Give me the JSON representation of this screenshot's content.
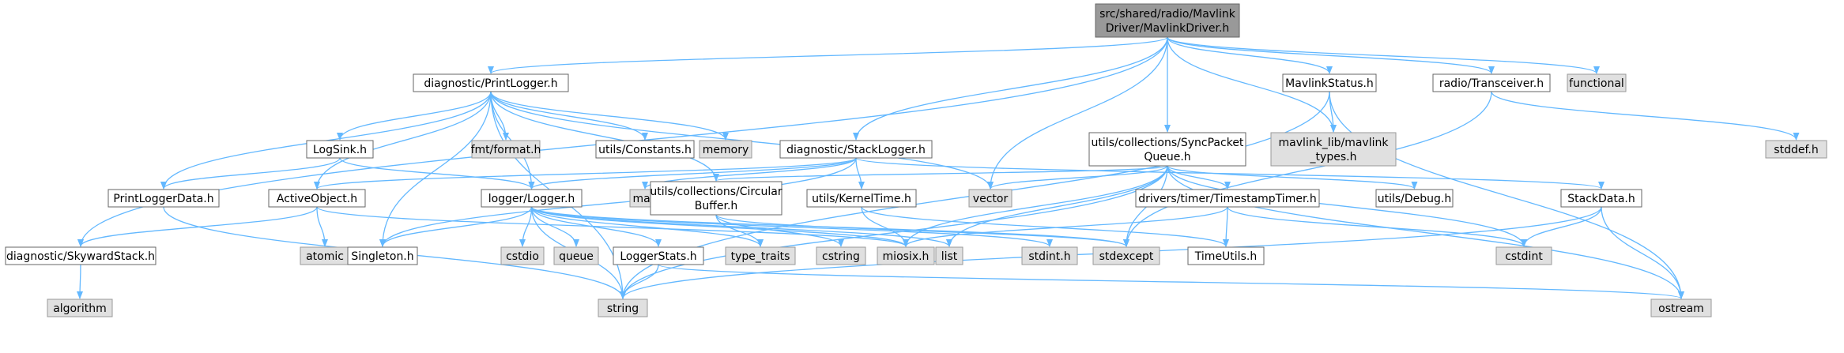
{
  "edge_color": "#63b8ff",
  "nodes": [
    {
      "id": "root",
      "lines": [
        "src/shared/radio/Mavlink",
        "Driver/MavlinkDriver.h"
      ],
      "kind": "root"
    },
    {
      "id": "printlogger",
      "lines": [
        "diagnostic/PrintLogger.h"
      ],
      "kind": "local"
    },
    {
      "id": "mavstatus",
      "lines": [
        "MavlinkStatus.h"
      ],
      "kind": "local"
    },
    {
      "id": "transceiver",
      "lines": [
        "radio/Transceiver.h"
      ],
      "kind": "local"
    },
    {
      "id": "functional",
      "lines": [
        "functional"
      ],
      "kind": "ext"
    },
    {
      "id": "logsink",
      "lines": [
        "LogSink.h"
      ],
      "kind": "local"
    },
    {
      "id": "fmt",
      "lines": [
        "fmt/format.h"
      ],
      "kind": "ext"
    },
    {
      "id": "constants",
      "lines": [
        "utils/Constants.h"
      ],
      "kind": "local"
    },
    {
      "id": "memory",
      "lines": [
        "memory"
      ],
      "kind": "ext"
    },
    {
      "id": "stacklogger",
      "lines": [
        "diagnostic/StackLogger.h"
      ],
      "kind": "local"
    },
    {
      "id": "syncqueue",
      "lines": [
        "utils/collections/SyncPacket",
        "Queue.h"
      ],
      "kind": "local"
    },
    {
      "id": "mavtypes",
      "lines": [
        "mavlink_lib/mavlink",
        "_types.h"
      ],
      "kind": "ext"
    },
    {
      "id": "stddef",
      "lines": [
        "stddef.h"
      ],
      "kind": "ext"
    },
    {
      "id": "printloggerdata",
      "lines": [
        "PrintLoggerData.h"
      ],
      "kind": "local"
    },
    {
      "id": "activeobject",
      "lines": [
        "ActiveObject.h"
      ],
      "kind": "local"
    },
    {
      "id": "logger",
      "lines": [
        "logger/Logger.h"
      ],
      "kind": "local"
    },
    {
      "id": "map",
      "lines": [
        "map"
      ],
      "kind": "ext"
    },
    {
      "id": "circbuf",
      "lines": [
        "utils/collections/Circular",
        "Buffer.h"
      ],
      "kind": "local"
    },
    {
      "id": "kerneltime",
      "lines": [
        "utils/KernelTime.h"
      ],
      "kind": "local"
    },
    {
      "id": "vector",
      "lines": [
        "vector"
      ],
      "kind": "ext"
    },
    {
      "id": "tstimer",
      "lines": [
        "drivers/timer/TimestampTimer.h"
      ],
      "kind": "local"
    },
    {
      "id": "debug",
      "lines": [
        "utils/Debug.h"
      ],
      "kind": "local"
    },
    {
      "id": "stackdata",
      "lines": [
        "StackData.h"
      ],
      "kind": "local"
    },
    {
      "id": "skyward",
      "lines": [
        "diagnostic/SkywardStack.h"
      ],
      "kind": "local"
    },
    {
      "id": "atomic",
      "lines": [
        "atomic"
      ],
      "kind": "ext"
    },
    {
      "id": "singleton",
      "lines": [
        "Singleton.h"
      ],
      "kind": "local"
    },
    {
      "id": "cstdio",
      "lines": [
        "cstdio"
      ],
      "kind": "ext"
    },
    {
      "id": "queue",
      "lines": [
        "queue"
      ],
      "kind": "ext"
    },
    {
      "id": "loggerstats",
      "lines": [
        "LoggerStats.h"
      ],
      "kind": "local"
    },
    {
      "id": "typetraits",
      "lines": [
        "type_traits"
      ],
      "kind": "ext"
    },
    {
      "id": "cstring",
      "lines": [
        "cstring"
      ],
      "kind": "ext"
    },
    {
      "id": "miosix",
      "lines": [
        "miosix.h"
      ],
      "kind": "ext"
    },
    {
      "id": "list",
      "lines": [
        "list"
      ],
      "kind": "ext"
    },
    {
      "id": "stdint",
      "lines": [
        "stdint.h"
      ],
      "kind": "ext"
    },
    {
      "id": "stdexcept",
      "lines": [
        "stdexcept"
      ],
      "kind": "ext"
    },
    {
      "id": "timeutils",
      "lines": [
        "TimeUtils.h"
      ],
      "kind": "local"
    },
    {
      "id": "cstdint",
      "lines": [
        "cstdint"
      ],
      "kind": "ext"
    },
    {
      "id": "algorithm",
      "lines": [
        "algorithm"
      ],
      "kind": "ext"
    },
    {
      "id": "string",
      "lines": [
        "string"
      ],
      "kind": "ext"
    },
    {
      "id": "ostream",
      "lines": [
        "ostream"
      ],
      "kind": "ext"
    }
  ],
  "edges": [
    [
      "root",
      "printlogger"
    ],
    [
      "root",
      "mavstatus"
    ],
    [
      "root",
      "transceiver"
    ],
    [
      "root",
      "functional"
    ],
    [
      "root",
      "stacklogger"
    ],
    [
      "root",
      "syncqueue"
    ],
    [
      "root",
      "mavtypes"
    ],
    [
      "root",
      "vector"
    ],
    [
      "root",
      "skyward"
    ],
    [
      "printlogger",
      "logsink"
    ],
    [
      "printlogger",
      "fmt"
    ],
    [
      "printlogger",
      "constants"
    ],
    [
      "printlogger",
      "memory"
    ],
    [
      "printlogger",
      "printloggerdata"
    ],
    [
      "printlogger",
      "activeobject"
    ],
    [
      "printlogger",
      "logger"
    ],
    [
      "printlogger",
      "singleton"
    ],
    [
      "printlogger",
      "string"
    ],
    [
      "printlogger",
      "vector"
    ],
    [
      "printlogger",
      "circbuf"
    ],
    [
      "logsink",
      "printloggerdata"
    ],
    [
      "logsink",
      "logger"
    ],
    [
      "printloggerdata",
      "string"
    ],
    [
      "activeobject",
      "atomic"
    ],
    [
      "activeobject",
      "skyward"
    ],
    [
      "activeobject",
      "miosix"
    ],
    [
      "skyward",
      "algorithm"
    ],
    [
      "logger",
      "singleton"
    ],
    [
      "logger",
      "cstdio"
    ],
    [
      "logger",
      "queue"
    ],
    [
      "logger",
      "loggerstats"
    ],
    [
      "logger",
      "typetraits"
    ],
    [
      "logger",
      "string"
    ],
    [
      "logger",
      "miosix"
    ],
    [
      "logger",
      "list"
    ],
    [
      "logger",
      "stdint"
    ],
    [
      "logger",
      "stdexcept"
    ],
    [
      "loggerstats",
      "string"
    ],
    [
      "loggerstats",
      "ostream"
    ],
    [
      "stacklogger",
      "map"
    ],
    [
      "stacklogger",
      "logger"
    ],
    [
      "stacklogger",
      "activeobject"
    ],
    [
      "stacklogger",
      "singleton"
    ],
    [
      "stacklogger",
      "kerneltime"
    ],
    [
      "stacklogger",
      "stackdata"
    ],
    [
      "kerneltime",
      "miosix"
    ],
    [
      "kerneltime",
      "timeutils"
    ],
    [
      "circbuf",
      "typetraits"
    ],
    [
      "circbuf",
      "cstring"
    ],
    [
      "circbuf",
      "stdexcept"
    ],
    [
      "syncqueue",
      "circbuf"
    ],
    [
      "syncqueue",
      "vector"
    ],
    [
      "syncqueue",
      "tstimer"
    ],
    [
      "syncqueue",
      "debug"
    ],
    [
      "syncqueue",
      "miosix"
    ],
    [
      "syncqueue",
      "list"
    ],
    [
      "syncqueue",
      "stdexcept"
    ],
    [
      "syncqueue",
      "cstdint"
    ],
    [
      "syncqueue",
      "string"
    ],
    [
      "syncqueue",
      "ostream"
    ],
    [
      "tstimer",
      "timeutils"
    ],
    [
      "tstimer",
      "miosix"
    ],
    [
      "tstimer",
      "cstdint"
    ],
    [
      "stackdata",
      "cstdint"
    ],
    [
      "stackdata",
      "string"
    ],
    [
      "stackdata",
      "ostream"
    ],
    [
      "mavstatus",
      "mavtypes"
    ],
    [
      "mavstatus",
      "string"
    ],
    [
      "mavstatus",
      "ostream"
    ],
    [
      "transceiver",
      "stddef"
    ],
    [
      "transceiver",
      "stdexcept"
    ]
  ]
}
